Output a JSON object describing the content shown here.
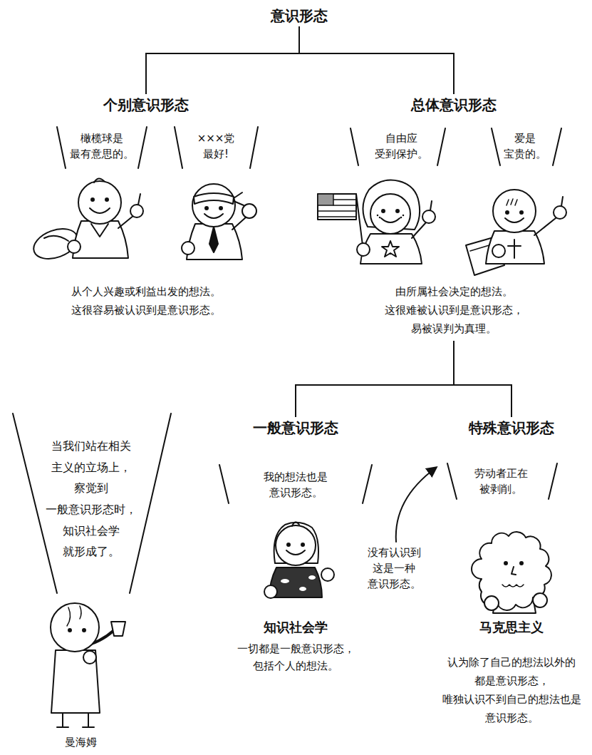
{
  "diagram": {
    "nodes": [
      {
        "text": [
          "意识形态"
        ]
      },
      {
        "text": [
          "个别意识形态"
        ]
      },
      {
        "text": [
          "总体意识形态"
        ]
      },
      {
        "text": [
          "一般意识形态"
        ]
      },
      {
        "text": [
          "特殊意识形态"
        ]
      }
    ],
    "edges": [
      {
        "from": 0,
        "to": 1,
        "arrow": "none"
      },
      {
        "from": 0,
        "to": 2,
        "arrow": "none"
      },
      {
        "from": 2,
        "to": 3,
        "arrow": "none"
      },
      {
        "from": 2,
        "to": 4,
        "arrow": "none"
      }
    ],
    "labels": [
      "橄榄球是 最有意思的。",
      "×××党 最好!",
      "自由应 受到保护。",
      "爱是 宝贵的。",
      "从个人兴趣或利益出发的想法。 这很容易被认识到是意识形态。",
      "由所属社会决定的想法。 这很难被认识到是意识形态， 易被误判为真理。",
      "当我们站在相关 主义的立场上， 察觉到 一般意识形态时， 知识社会学 就形成了。",
      "我的想法也是 意识形态。",
      "劳动者正在 被剥削。",
      "没有认识到 这是一种 意识形态。",
      "知识社会学",
      "一切都是一般意识形态， 包括个人的想法。",
      "马克思主义",
      "认为除了自己的想法以外的 都是意识形态， 唯独认识不到自己的想法也是 意识形态。",
      "曼海姆"
    ]
  }
}
